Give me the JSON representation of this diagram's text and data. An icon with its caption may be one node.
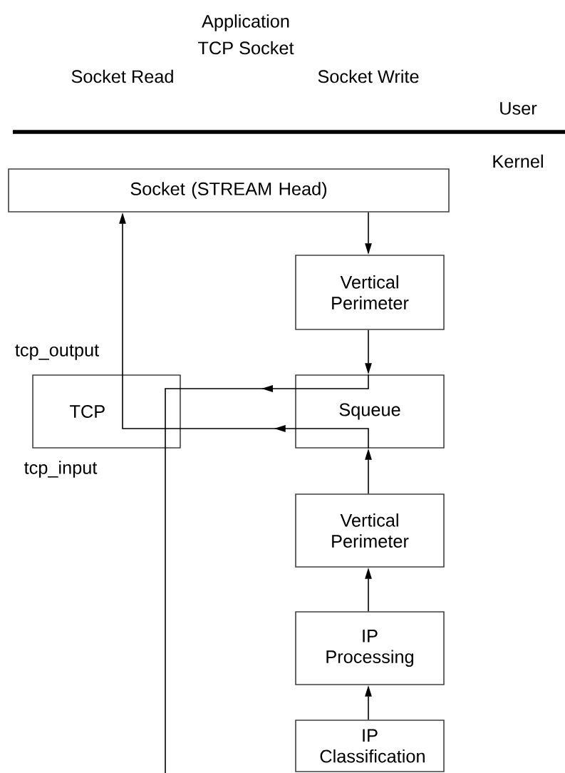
{
  "diagram": {
    "nodes": [
      {
        "text": [
          "Socket (STREAM Head)"
        ]
      },
      {
        "text": [
          "Vertical Perimeter"
        ]
      },
      {
        "text": [
          "TCP"
        ],
        "beside": [
          "tcp_output",
          "tcp_input"
        ]
      },
      {
        "text": [
          "Squeue"
        ]
      },
      {
        "text": [
          "Vertical Perimeter"
        ]
      },
      {
        "text": [
          "IP Processing"
        ]
      },
      {
        "text": [
          "IP Classification"
        ]
      }
    ],
    "edges": [
      {
        "from": 0,
        "to": 1,
        "arrow": "to"
      },
      {
        "from": 1,
        "to": 3,
        "arrow": "to"
      },
      {
        "from": 3,
        "to": 2,
        "arrow": "to"
      },
      {
        "from": 2,
        "to": null,
        "arrow": "none"
      },
      {
        "from": 3,
        "to": 2,
        "arrow": "to"
      },
      {
        "from": 2,
        "to": 0,
        "arrow": "to"
      },
      {
        "from": 4,
        "to": 3,
        "arrow": "to"
      },
      {
        "from": 5,
        "to": 4,
        "arrow": "to"
      },
      {
        "from": 6,
        "to": 5,
        "arrow": "to"
      }
    ],
    "labels": [
      "Application",
      "TCP Socket",
      "Socket Read",
      "Socket Write",
      "User",
      "Kernel"
    ]
  }
}
